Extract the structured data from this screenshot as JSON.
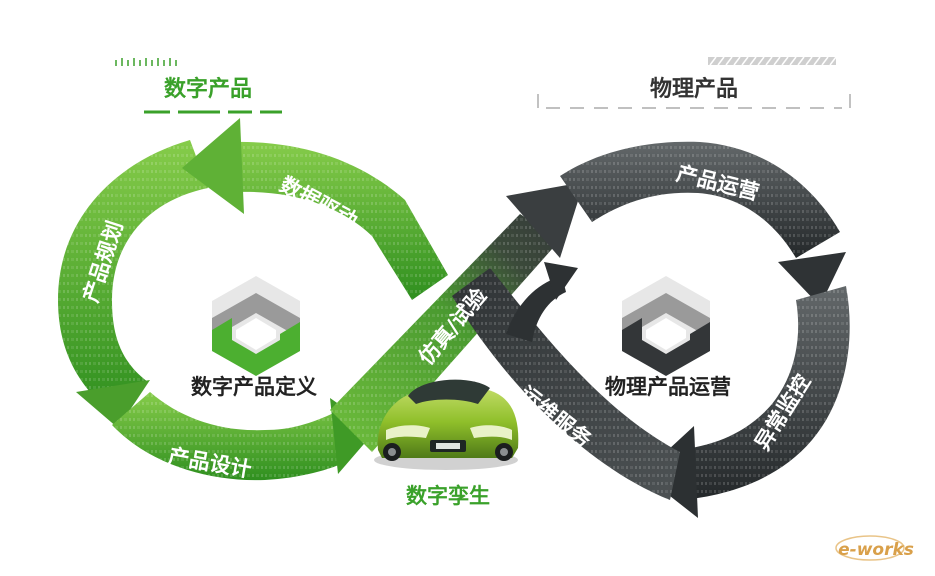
{
  "header": {
    "digital_title": "数字产品",
    "physical_title": "物理产品"
  },
  "labels": {
    "data_driven": "数据驱动",
    "product_planning": "产品规划",
    "product_design": "产品设计",
    "simulation_test": "仿真/试验",
    "operation_service": "运维服务",
    "product_operation": "产品运营",
    "anomaly_monitoring": "异常监控"
  },
  "center": {
    "digital_definition": "数字产品定义",
    "physical_operation": "物理产品运营",
    "digital_twin": "数字孪生"
  },
  "watermark": "e-works",
  "colors": {
    "green_light": "#79c242",
    "green_dark": "#2e8b1e",
    "gray_light": "#5a5e5f",
    "gray_dark": "#2a2d2e",
    "title_green": "#3aa12a",
    "title_dark": "#333333",
    "car_body": "#8fbf2a"
  }
}
